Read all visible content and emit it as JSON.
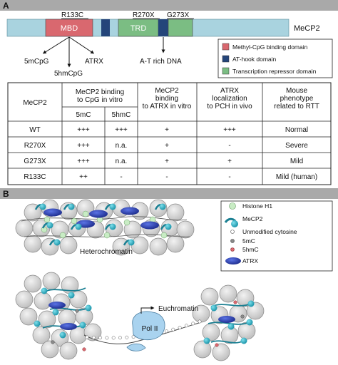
{
  "panel_a": {
    "letter": "A",
    "protein": "MeCP2",
    "mutations": {
      "r133c": "R133C",
      "r270x": "R270X",
      "g273x": "G273X"
    },
    "domains": {
      "mbd": "MBD",
      "trd": "TRD"
    },
    "targets": {
      "mcpg": "5mCpG",
      "hmcpg": "5hmCpG",
      "atrx": "ATRX",
      "at_rich": "A-T rich DNA"
    },
    "legend": [
      {
        "label": "Methyl-CpG binding domain",
        "color": "#d9686f"
      },
      {
        "label": "AT-hook domain",
        "color": "#24457a"
      },
      {
        "label": "Transcription repressor domain",
        "color": "#7bbd83"
      }
    ],
    "table": {
      "header": {
        "col0": "MeCP2",
        "col1": [
          "MeCP2 binding",
          "to CpG in vitro"
        ],
        "col1_sub": [
          "5mC",
          "5hmC"
        ],
        "col2": [
          "MeCP2",
          "binding",
          "to ATRX in vitro"
        ],
        "col3": [
          "ATRX",
          "localization",
          "to PCH in vivo"
        ],
        "col4": [
          "Mouse",
          "phenotype",
          "related to RTT"
        ]
      },
      "rows": [
        [
          "WT",
          "+++",
          "+++",
          "+",
          "+++",
          "Normal"
        ],
        [
          "R270X",
          "+++",
          "n.a.",
          "+",
          "-",
          "Severe"
        ],
        [
          "G273X",
          "+++",
          "n.a.",
          "+",
          "+",
          "Mild"
        ],
        [
          "R133C",
          "++",
          "-",
          "-",
          "-",
          "Mild (human)"
        ]
      ]
    }
  },
  "panel_b": {
    "letter": "B",
    "heterochromatin": "Heterochromatin",
    "euchromatin": "Euchromatin",
    "pol": "Pol II",
    "legend": [
      {
        "label": "Histone H1",
        "color": "#c8ecc4"
      },
      {
        "label": "MeCP2",
        "color": "#2ab3c6"
      },
      {
        "label": "Unmodified cytosine",
        "color": "#ffffff"
      },
      {
        "label": "5mC",
        "color": "#8a8a8a"
      },
      {
        "label": "5hmC",
        "color": "#d9686f"
      },
      {
        "label": "ATRX",
        "color": "#2a3fb0"
      }
    ]
  },
  "colors": {
    "bar": "#a9a9a9",
    "protein": "#a9d3df",
    "nucleosome": "#cfcfcf",
    "pol": "#a9d3ef"
  }
}
